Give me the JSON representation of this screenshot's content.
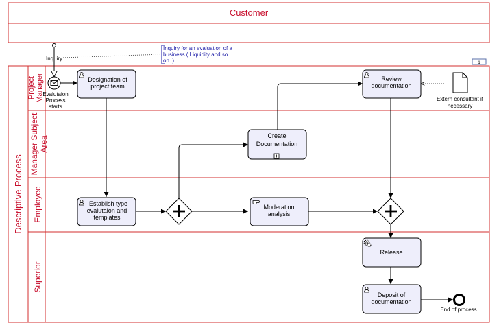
{
  "colors": {
    "pool_border": "#d32f2f",
    "lane_label": "#c8102e",
    "task_fill": "#eeeefb",
    "task_border": "#000000",
    "annotation_text": "#1a1aa6",
    "edge": "#000000"
  },
  "pool_customer": {
    "title": "Customer"
  },
  "pool_process": {
    "title": "Descriptive-Process",
    "lanes": [
      {
        "label": "Project Manager"
      },
      {
        "label": "Manager Subject Area"
      },
      {
        "label": "Employee"
      },
      {
        "label": "Superior"
      }
    ]
  },
  "message_flow": {
    "label": "Inquiry"
  },
  "annotation": {
    "text": "Inquiry for an evaluation of a business ( Liquidity and so on..)"
  },
  "page_number": "1",
  "nodes": {
    "start_event": {
      "label": "Evalutaion Process starts",
      "icon": "envelope-icon"
    },
    "designation": {
      "label": "Designation of project team",
      "icon": "user-icon"
    },
    "review": {
      "label": "Review documentation",
      "icon": "user-icon"
    },
    "extern_doc": {
      "label": "Extern consultant if necessary",
      "icon": "document-icon"
    },
    "create_doc": {
      "label": "Create Documentation",
      "icon": "subprocess-marker-icon"
    },
    "establish": {
      "label": "Establish type evalutaion and templates",
      "icon": "user-icon"
    },
    "moderation": {
      "label": "Moderation analysis",
      "icon": "manual-hand-icon"
    },
    "release": {
      "label": "Release",
      "icon": "gear-icon"
    },
    "deposit": {
      "label": "Deposit of documentation",
      "icon": "user-icon"
    },
    "end_event": {
      "label": "End of process"
    }
  }
}
